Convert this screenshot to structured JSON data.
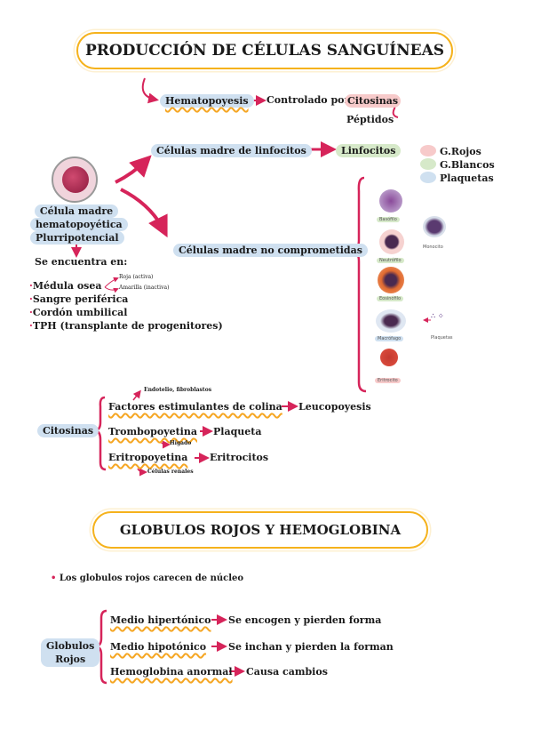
{
  "section1": {
    "title": "PRODUCCIÓN DE CÉLULAS SANGUÍNEAS",
    "hematopoyesis": "Hematopoyesis",
    "controlado": "Controlado por",
    "citosinas": "Citosinas",
    "peptidos": "Péptidos",
    "linfo_madre": "Células madre de linfocitos",
    "linfocitos": "Linfocitos",
    "no_comprometidas": "Células madre no comprometidas",
    "stem_cell": [
      "Célula madre",
      "hematopoyética",
      "Plurripotencial"
    ],
    "se_encuentra": "Se encuentra en:",
    "locations": [
      "Médula osea",
      "Sangre periférica",
      "Cordón umbilical",
      "TPH (transplante de progenitores)"
    ],
    "medula_types": [
      "Roja (activa)",
      "Amarilla (inactiva)"
    ],
    "legend": [
      {
        "label": "G.Rojos",
        "color": "#f7caca"
      },
      {
        "label": "G.Blancos",
        "color": "#d6e9c9"
      },
      {
        "label": "Plaquetas",
        "color": "#cfe0f0"
      }
    ],
    "cells": [
      "Basófilo",
      "Monocito",
      "Neutrófilo",
      "Eosinófilo",
      "Macrófago",
      "Plaquetas",
      "Eritrocito"
    ]
  },
  "citosinas": {
    "label": "Citosinas",
    "endotelio": "Endotelio, fibroblastos",
    "rows": [
      {
        "factor": "Factores estimulantes de colina",
        "result": "Leucopoyesis"
      },
      {
        "factor": "Trombopoyetina",
        "result": "Plaqueta",
        "source": "Hígado"
      },
      {
        "factor": "Eritropoyetina",
        "result": "Eritrocitos",
        "source": "Células renales"
      }
    ]
  },
  "section2": {
    "title": "GLOBULOS ROJOS Y HEMOGLOBINA",
    "bullet": "Los globulos rojos carecen de núcleo",
    "root": [
      "Globulos",
      "Rojos"
    ],
    "rows": [
      {
        "cond": "Medio hipertónico",
        "result": "Se encogen y pierden forma"
      },
      {
        "cond": "Medio hipotónico",
        "result": "Se inchan y pierden la forman"
      },
      {
        "cond": "Hemoglobina anormal",
        "result": "Causa cambios"
      }
    ]
  },
  "colors": {
    "arrow": "#d6245a",
    "underline": "#f5a623",
    "frame": "#f5b21c"
  }
}
